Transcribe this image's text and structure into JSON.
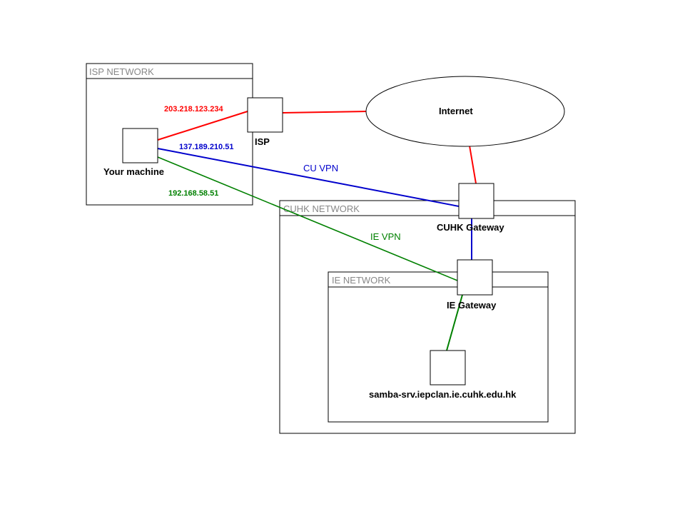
{
  "regions": {
    "isp": "ISP NETWORK",
    "cuhk": "CUHK NETWORK",
    "ie": "IE NETWORK"
  },
  "nodes": {
    "your_machine": "Your machine",
    "isp": "ISP",
    "internet": "Internet",
    "cuhk_gateway": "CUHK Gateway",
    "ie_gateway": "IE Gateway",
    "samba": "samba-srv.iepclan.ie.cuhk.edu.hk"
  },
  "links": {
    "public_ip": "203.218.123.234",
    "cu_vpn_ip": "137.189.210.51",
    "ie_vpn_ip": "192.168.58.51",
    "cu_vpn": "CU VPN",
    "ie_vpn": "IE VPN"
  },
  "colors": {
    "public": "#ff0000",
    "cu_vpn": "#0000cc",
    "ie_vpn": "#008000"
  }
}
